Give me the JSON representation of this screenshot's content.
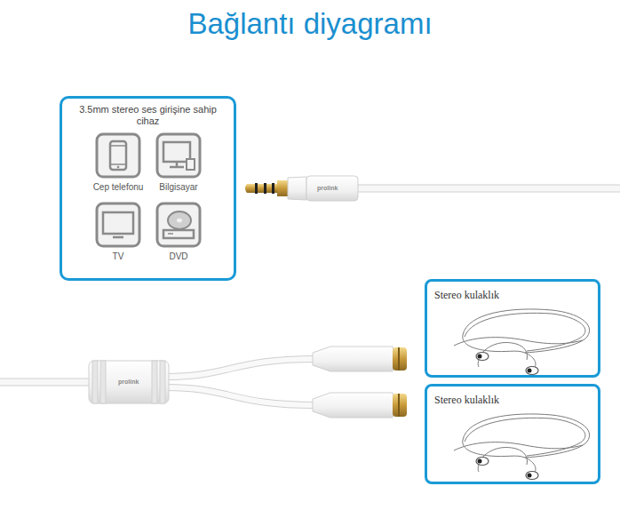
{
  "diagram": {
    "title": "Bağlantı diyagramı",
    "nodes": [
      {
        "text": [
          "3.5mm stereo ses girişine sahip cihaz"
        ]
      },
      {
        "text": [
          "Cep telefonu"
        ],
        "in": 0
      },
      {
        "text": [
          "Bilgisayar"
        ],
        "in": 0
      },
      {
        "text": [
          "TV"
        ],
        "in": 0
      },
      {
        "text": [
          "DVD"
        ],
        "in": 0
      },
      {
        "text": [
          "Stereo kulaklık"
        ]
      },
      {
        "text": [
          "Stereo kulaklık"
        ]
      }
    ],
    "labels": [
      "prolink",
      "prolink"
    ]
  }
}
